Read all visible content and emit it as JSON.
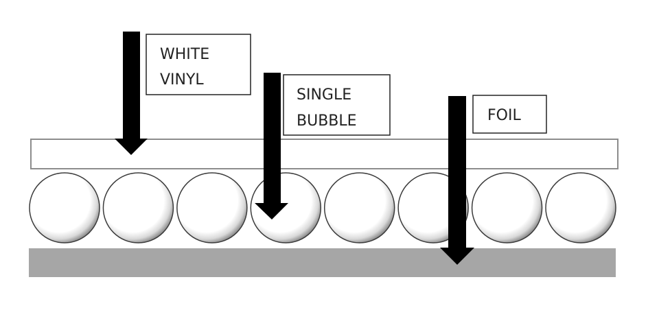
{
  "labels": {
    "white_vinyl": [
      "WHITE",
      "VINYL"
    ],
    "single_bubble": [
      "SINGLE",
      "BUBBLE"
    ],
    "foil": [
      "FOIL"
    ]
  },
  "layers": {
    "bubble_count": 8
  },
  "colors": {
    "vinyl_fill": "#ffffff",
    "vinyl_stroke": "#8c8c8c",
    "foil_fill": "#a6a6a6",
    "bubble_stroke": "#3a3a3a",
    "arrow": "#000000",
    "label_border": "#222222"
  }
}
